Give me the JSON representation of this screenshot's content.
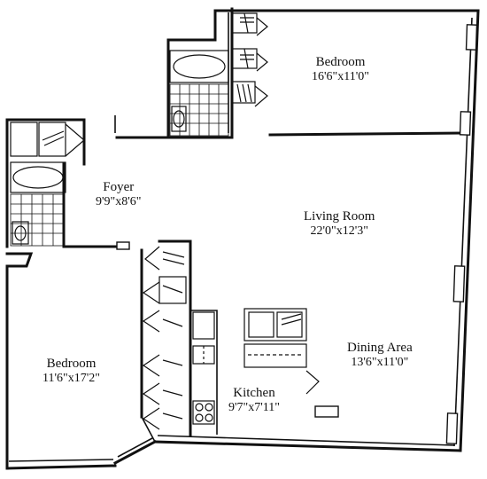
{
  "rooms": {
    "bedroom_top": {
      "name": "Bedroom",
      "dims": "16'6\"x11'0\""
    },
    "foyer": {
      "name": "Foyer",
      "dims": "9'9\"x8'6\""
    },
    "living_room": {
      "name": "Living Room",
      "dims": "22'0\"x12'3\""
    },
    "dining_area": {
      "name": "Dining Area",
      "dims": "13'6\"x11'0\""
    },
    "bedroom_left": {
      "name": "Bedroom",
      "dims": "11'6\"x17'2\""
    },
    "kitchen": {
      "name": "Kitchen",
      "dims": "9'7\"x7'11\""
    }
  }
}
